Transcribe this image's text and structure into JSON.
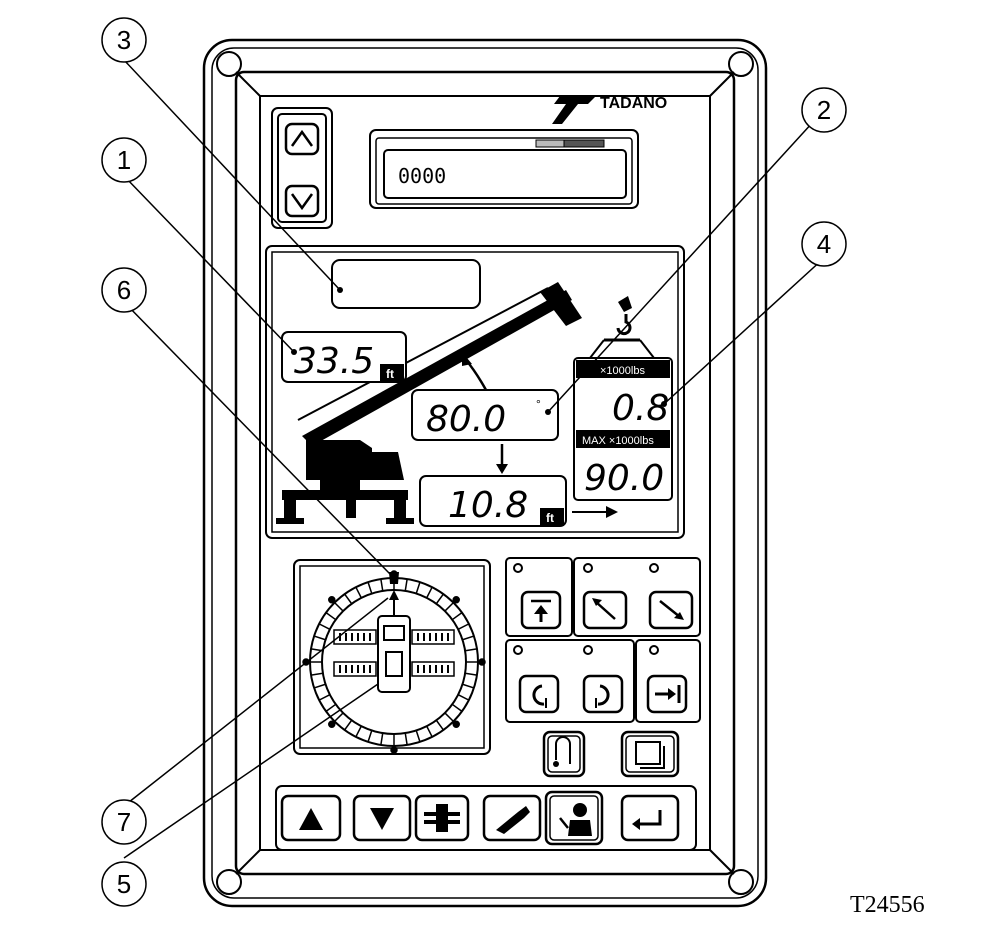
{
  "brand": {
    "name": "TADANO"
  },
  "message_display": {
    "text": "0000"
  },
  "readouts": {
    "boom_length": {
      "value": "33.5",
      "unit": "ft"
    },
    "boom_angle": {
      "value": "80.0",
      "unit": "°"
    },
    "working_radius": {
      "value": "10.8",
      "unit": "ft"
    },
    "actual_load": {
      "header": "×1000lbs",
      "value": "0.8"
    },
    "rated_load": {
      "header": "MAX ×1000lbs",
      "value": "90.0"
    }
  },
  "callouts": [
    "1",
    "2",
    "3",
    "4",
    "5",
    "6",
    "7"
  ],
  "reference_code": "T24556"
}
